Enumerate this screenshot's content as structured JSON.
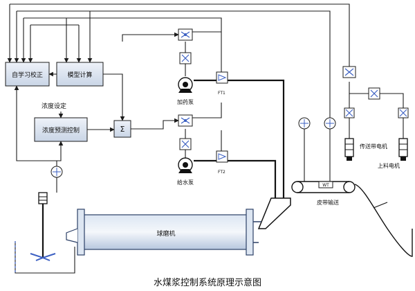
{
  "title": "水煤浆控制系统原理示意图",
  "blocks": {
    "self_learning": "自学习校正",
    "model_calc": "模型计算",
    "conc_setting": "浓度设定",
    "conc_predict": "浓度预测控制",
    "sum": "Σ"
  },
  "labels": {
    "additive_pump": "加药泵",
    "feed_pump": "给水泵",
    "ft1": "FT1",
    "ft2": "FT2",
    "conveyor": "皮带输送",
    "wt": "WT",
    "belt_motor": "传送带电机",
    "feeder_motor": "上料电机",
    "ball_mill": "球磨机"
  },
  "colors": {
    "box_top": "#eef2f9",
    "box_bottom": "#c9d5e6",
    "accent_blue": "#3b5fc2",
    "line": "#1b1b1b"
  }
}
